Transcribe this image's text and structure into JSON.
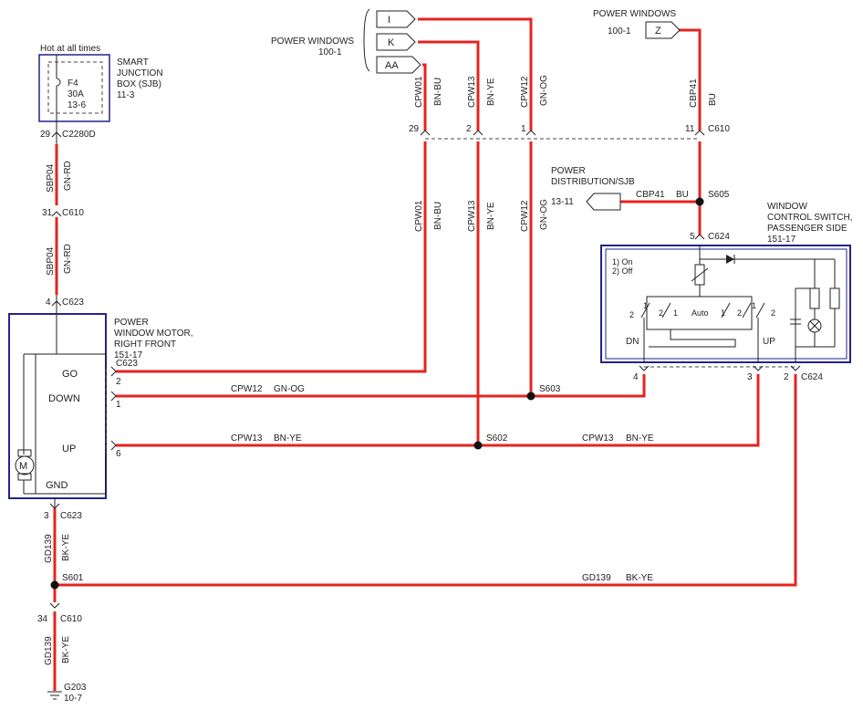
{
  "power_windows_top": {
    "label": "POWER WINDOWS",
    "ref": "100-1",
    "tags": [
      "I",
      "K",
      "AA"
    ]
  },
  "power_windows_right": {
    "label": "POWER WINDOWS",
    "ref": "100-1",
    "tag": "Z"
  },
  "sjb": {
    "hot_label": "Hot at all times",
    "name_lines": [
      "SMART",
      "JUNCTION",
      "BOX (SJB)",
      "11-3"
    ],
    "fuse": [
      "F4",
      "30A",
      "13-6"
    ],
    "connector": {
      "pin": "29",
      "name": "C2280D"
    }
  },
  "wire_sbp04_upper": {
    "circuit": "SBP04",
    "color": "GN-RD"
  },
  "c610_left": {
    "pin": "31",
    "name": "C610"
  },
  "wire_sbp04_lower": {
    "circuit": "SBP04",
    "color": "GN-RD"
  },
  "c623_top": {
    "pin": "4",
    "name": "C623"
  },
  "motor": {
    "name_lines": [
      "POWER",
      "WINDOW MOTOR,",
      "RIGHT FRONT",
      "151-17"
    ],
    "connector": "C623",
    "terminals": [
      "GO",
      "DOWN",
      "UP",
      "GND"
    ],
    "pins": [
      "2",
      "1",
      "6"
    ],
    "motor_symbol": "M"
  },
  "top_wires": [
    {
      "circuit": "CPW01",
      "color": "BN-BU",
      "pin": "29"
    },
    {
      "circuit": "CPW13",
      "color": "BN-YE",
      "pin": "2"
    },
    {
      "circuit": "CPW12",
      "color": "GN-OG",
      "pin": "1"
    },
    {
      "circuit": "CBP41",
      "color": "BU",
      "pin": "11"
    }
  ],
  "c610_right": "C610",
  "mid_wires": [
    {
      "circuit": "CPW01",
      "color": "BN-BU"
    },
    {
      "circuit": "CPW13",
      "color": "BN-YE"
    },
    {
      "circuit": "CPW12",
      "color": "GN-OG"
    }
  ],
  "power_distribution": {
    "label_lines": [
      "POWER",
      "DISTRIBUTION/SJB"
    ],
    "ref": "13-11",
    "circuit": "CBP41",
    "color": "BU"
  },
  "splices": {
    "s605": "S605",
    "s603": "S603",
    "s602": "S602",
    "s601": "S601"
  },
  "switch": {
    "name_lines": [
      "WINDOW",
      "CONTROL SWITCH,",
      "PASSENGER SIDE",
      "151-17"
    ],
    "connector": "C624",
    "top_pin": "5",
    "legend": [
      "1) On",
      "2) Off"
    ],
    "auto_label": "Auto",
    "dn_label": "DN",
    "up_label": "UP",
    "pins": [
      "4",
      "3",
      "2"
    ],
    "contact_labels": [
      "2",
      "1",
      "2",
      "1",
      "1",
      "2",
      "1",
      "2"
    ]
  },
  "horizontal_wires": {
    "down_wire": {
      "circuit": "CPW12",
      "color": "GN-OG"
    },
    "up_wire_left": {
      "circuit": "CPW13",
      "color": "BN-YE"
    },
    "up_wire_right": {
      "circuit": "CPW13",
      "color": "BN-YE"
    },
    "ground_wire": {
      "circuit": "GD139",
      "color": "BK-YE"
    }
  },
  "c623_bottom": {
    "pin": "3",
    "name": "C623"
  },
  "wire_gd139_upper": {
    "circuit": "GD139",
    "color": "BK-YE"
  },
  "c610_bottom": {
    "pin": "34",
    "name": "C610"
  },
  "wire_gd139_lower": {
    "circuit": "GD139",
    "color": "BK-YE"
  },
  "ground": {
    "name": "G203",
    "ref": "10-7"
  },
  "colors": {
    "wire": "#e52420",
    "component_border": "#23238a"
  }
}
